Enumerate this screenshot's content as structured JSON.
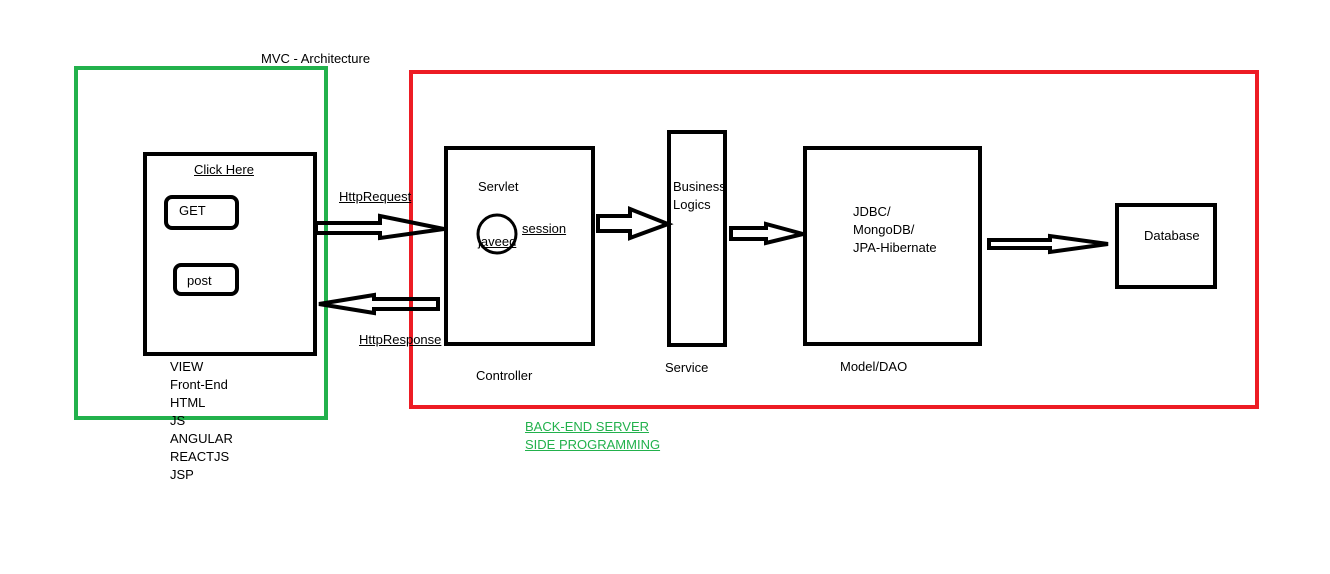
{
  "title": "MVC - Architecture",
  "colors": {
    "view_frame": "#22b14c",
    "backend_frame": "#ed1c24",
    "backend_caption": "#22b14c",
    "boxes": "#000000"
  },
  "view": {
    "link": "Click Here",
    "get_button": "GET",
    "post_button": "post",
    "caption_lines": [
      "VIEW",
      "Front-End",
      "HTML",
      "JS",
      "ANGULAR",
      "REACTJS",
      "JSP"
    ]
  },
  "connections": {
    "request": "HttpRequest",
    "response": "HttpResponse"
  },
  "controller": {
    "inner": "Servlet",
    "session": "session",
    "session_id": "javeed",
    "caption": "Controller"
  },
  "service": {
    "inner_lines": [
      "Business",
      "Logics"
    ],
    "caption": "Service"
  },
  "model": {
    "inner_lines": [
      "JDBC/",
      "MongoDB/",
      "JPA-Hibernate"
    ],
    "caption": "Model/DAO"
  },
  "database": {
    "label": "Database"
  },
  "backend_caption_lines": [
    "BACK-END SERVER",
    "SIDE PROGRAMMING"
  ]
}
